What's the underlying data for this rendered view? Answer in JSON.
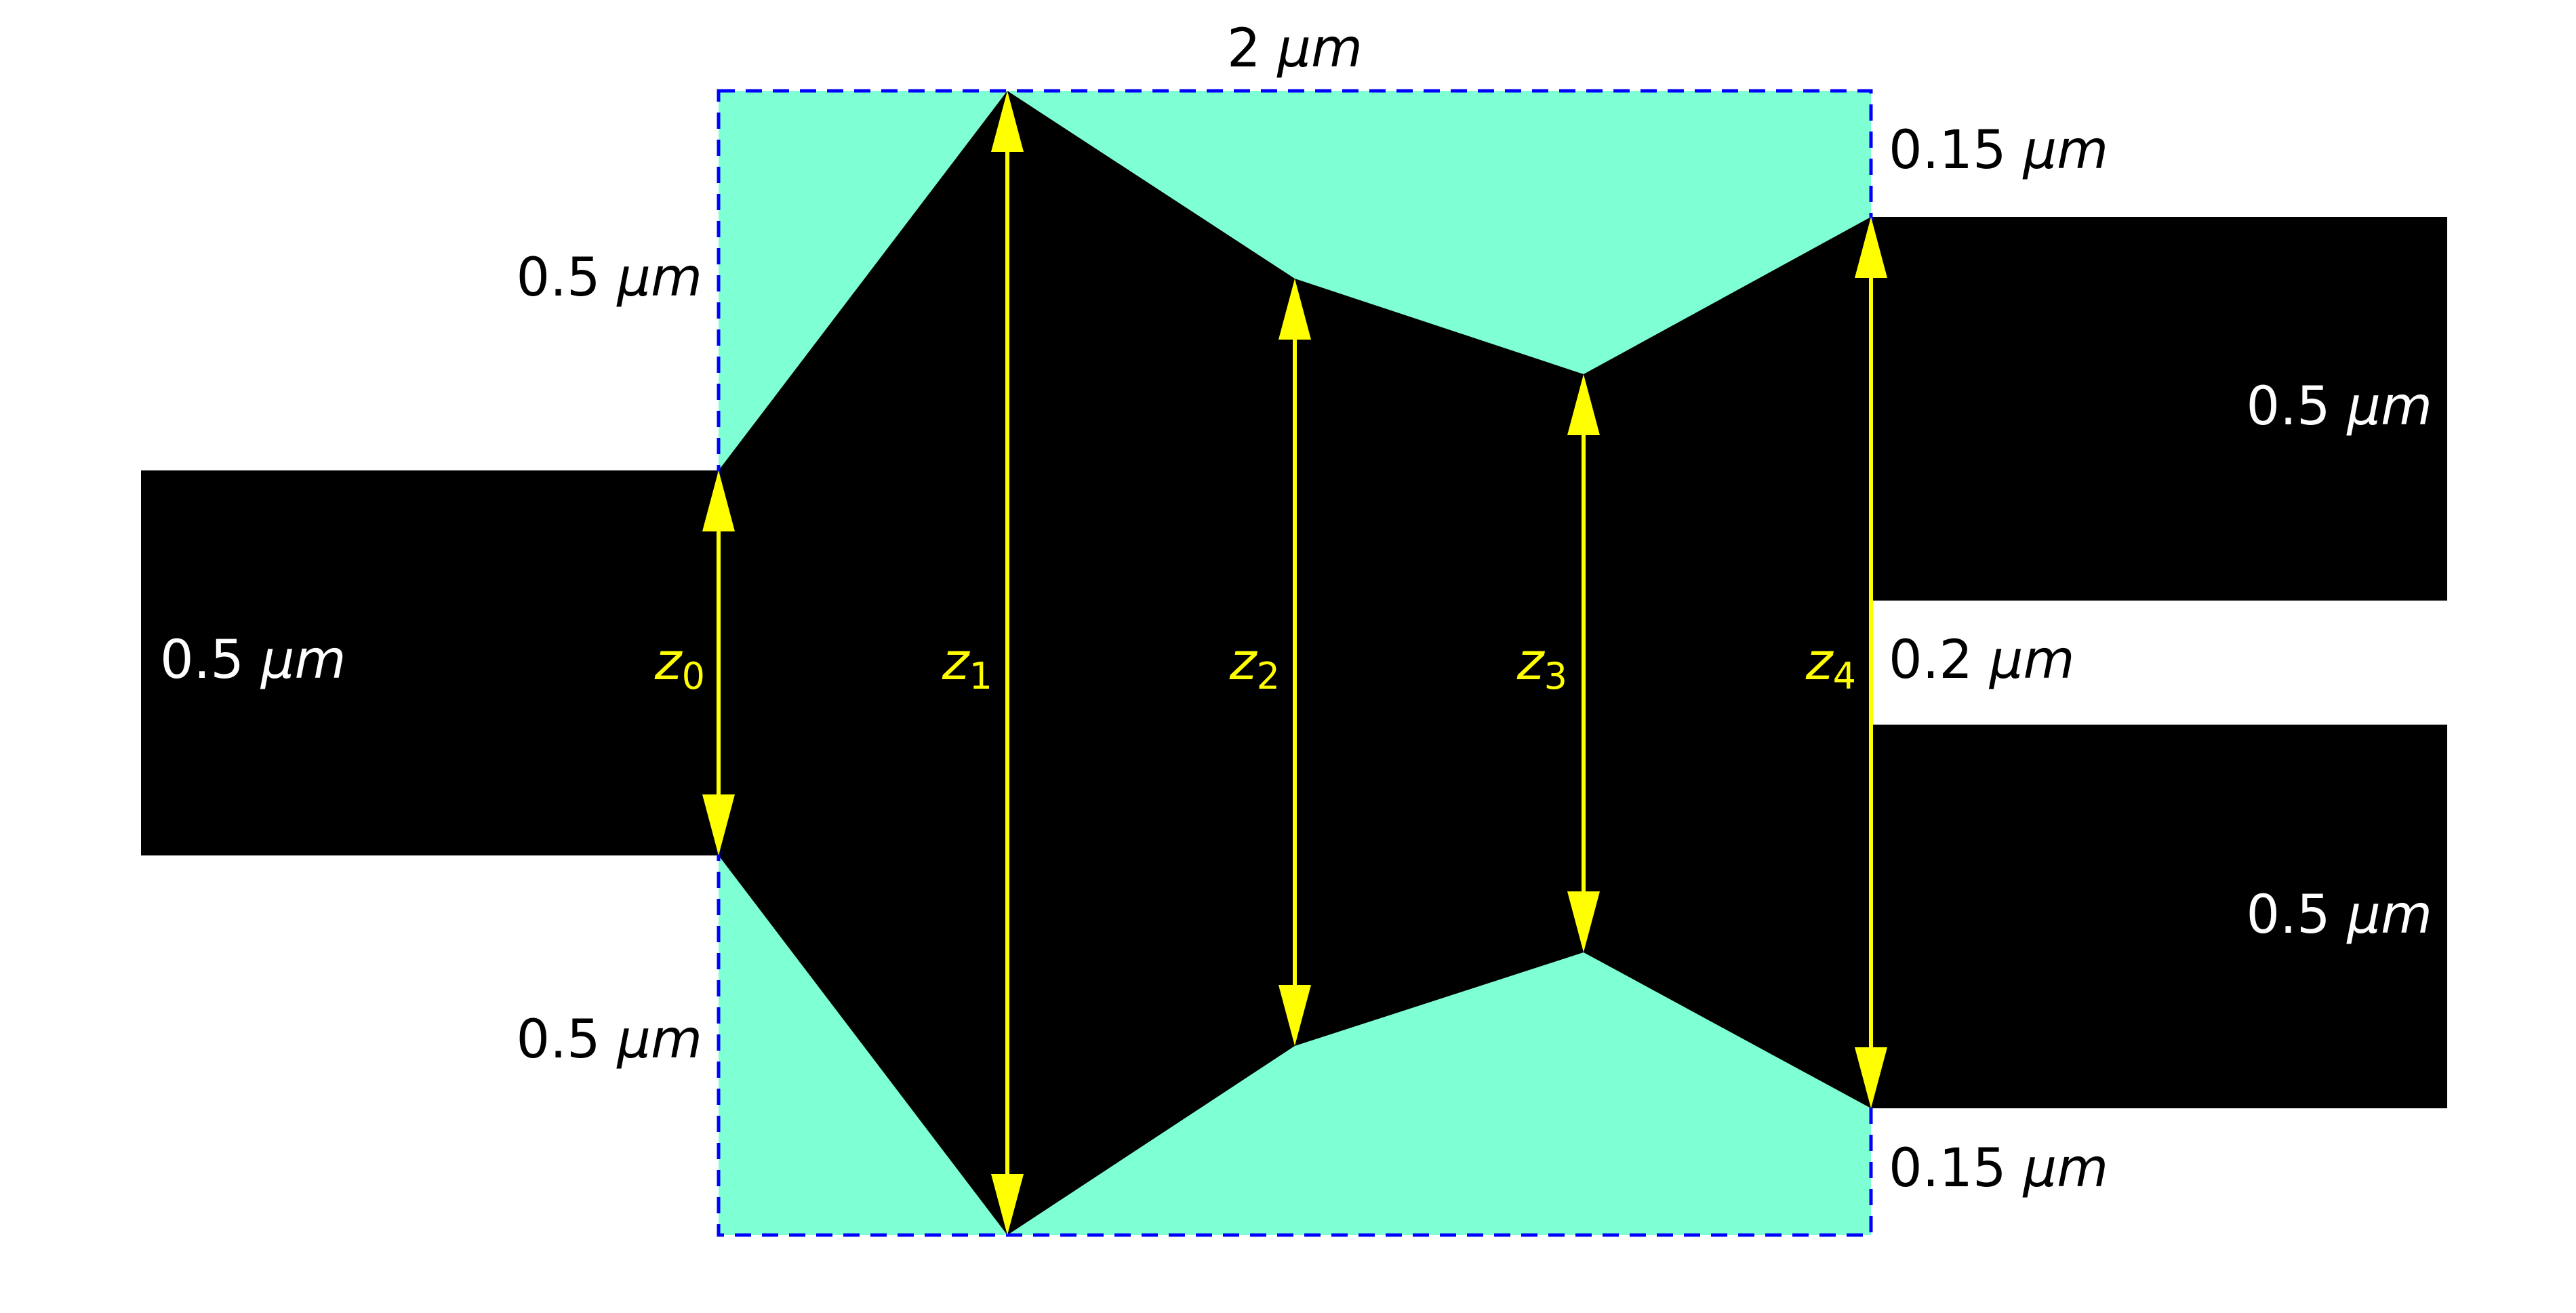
{
  "colors": {
    "background": "#ffffff",
    "waveguide": "#000000",
    "cladding_region": "#7fffd4",
    "design_box_border": "#0000ff",
    "arrows": "#ffff00",
    "label_on_white": "#000000",
    "label_on_black": "#ffffff",
    "label_z": "#ffff00"
  },
  "labels": {
    "box_width": {
      "value": "2",
      "unit": "μm"
    },
    "top_left_margin": {
      "value": "0.5",
      "unit": "μm"
    },
    "bottom_left_margin": {
      "value": "0.5",
      "unit": "μm"
    },
    "top_right_margin": {
      "value": "0.15",
      "unit": "μm"
    },
    "bottom_right_margin": {
      "value": "0.15",
      "unit": "μm"
    },
    "input_width": {
      "value": "0.5",
      "unit": "μm"
    },
    "output_top_width": {
      "value": "0.5",
      "unit": "μm"
    },
    "output_bottom_width": {
      "value": "0.5",
      "unit": "μm"
    },
    "output_gap": {
      "value": "0.2",
      "unit": "μm"
    }
  },
  "widths": [
    {
      "symbol": "z",
      "index": "0"
    },
    {
      "symbol": "z",
      "index": "1"
    },
    {
      "symbol": "z",
      "index": "2"
    },
    {
      "symbol": "z",
      "index": "3"
    },
    {
      "symbol": "z",
      "index": "4"
    }
  ]
}
